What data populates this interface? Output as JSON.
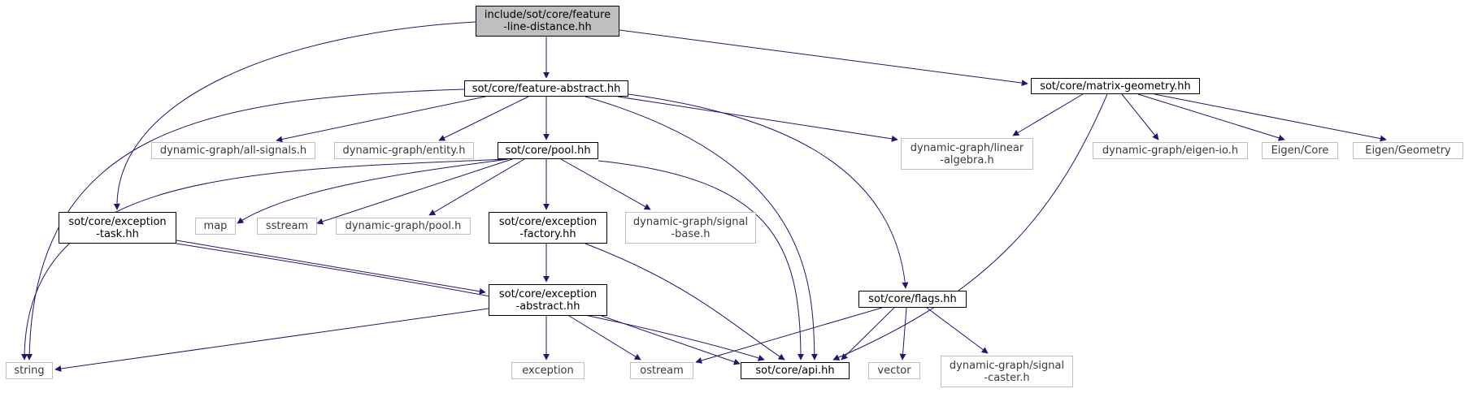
{
  "graph": {
    "nodes": {
      "root": "include/sot/core/feature\n-line-distance.hh",
      "feature_abstract": "sot/core/feature-abstract.hh",
      "matrix_geometry": "sot/core/matrix-geometry.hh",
      "all_signals": "dynamic-graph/all-signals.h",
      "entity": "dynamic-graph/entity.h",
      "pool_hh": "sot/core/pool.hh",
      "linear_algebra": "dynamic-graph/linear\n-algebra.h",
      "eigen_io": "dynamic-graph/eigen-io.h",
      "eigen_core": "Eigen/Core",
      "eigen_geometry": "Eigen/Geometry",
      "exception_task": "sot/core/exception\n-task.hh",
      "map": "map",
      "sstream": "sstream",
      "dg_pool": "dynamic-graph/pool.h",
      "exception_factory": "sot/core/exception\n-factory.hh",
      "signal_base": "dynamic-graph/signal\n-base.h",
      "exception_abstract": "sot/core/exception\n-abstract.hh",
      "flags": "sot/core/flags.hh",
      "string": "string",
      "exception": "exception",
      "ostream": "ostream",
      "api": "sot/core/api.hh",
      "vector": "vector",
      "signal_caster": "dynamic-graph/signal\n-caster.h"
    },
    "edge_color": "#191970",
    "root_fill": "#bfbfbf",
    "external_border": "#bfbfbf"
  }
}
